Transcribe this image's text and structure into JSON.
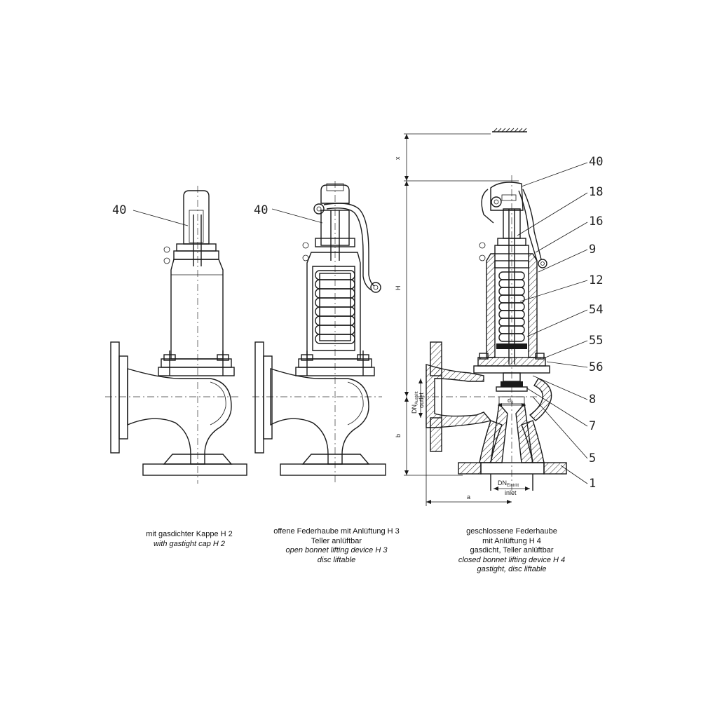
{
  "callouts": {
    "left": "40",
    "middle": "40",
    "right": [
      "40",
      "18",
      "16",
      "9",
      "12",
      "54",
      "55",
      "56",
      "8",
      "7",
      "5",
      "1"
    ]
  },
  "dimensions": {
    "x": "x",
    "h": "H",
    "b": "b",
    "a": "a",
    "do": "d",
    "do_sub": "o",
    "dn": "DN",
    "dn_outlet_sub": "Austritt",
    "dn_outlet_en": "outlet",
    "dn_inlet_sub": "Eintritt",
    "dn_inlet_en": "inlet"
  },
  "captions": {
    "h2": {
      "de": [
        "mit gasdichter Kappe H 2"
      ],
      "en": [
        "with gastight cap H 2"
      ]
    },
    "h3": {
      "de": [
        "offene Federhaube mit Anlüftung H 3",
        "Teller anlüftbar"
      ],
      "en": [
        "open bonnet lifting device H 3",
        "disc liftable"
      ]
    },
    "h4": {
      "de": [
        "geschlossene Federhaube",
        "mit Anlüftung H 4",
        "gasdicht, Teller anlüftbar"
      ],
      "en": [
        "closed bonnet lifting device H 4",
        "gastight, disc liftable"
      ]
    }
  }
}
